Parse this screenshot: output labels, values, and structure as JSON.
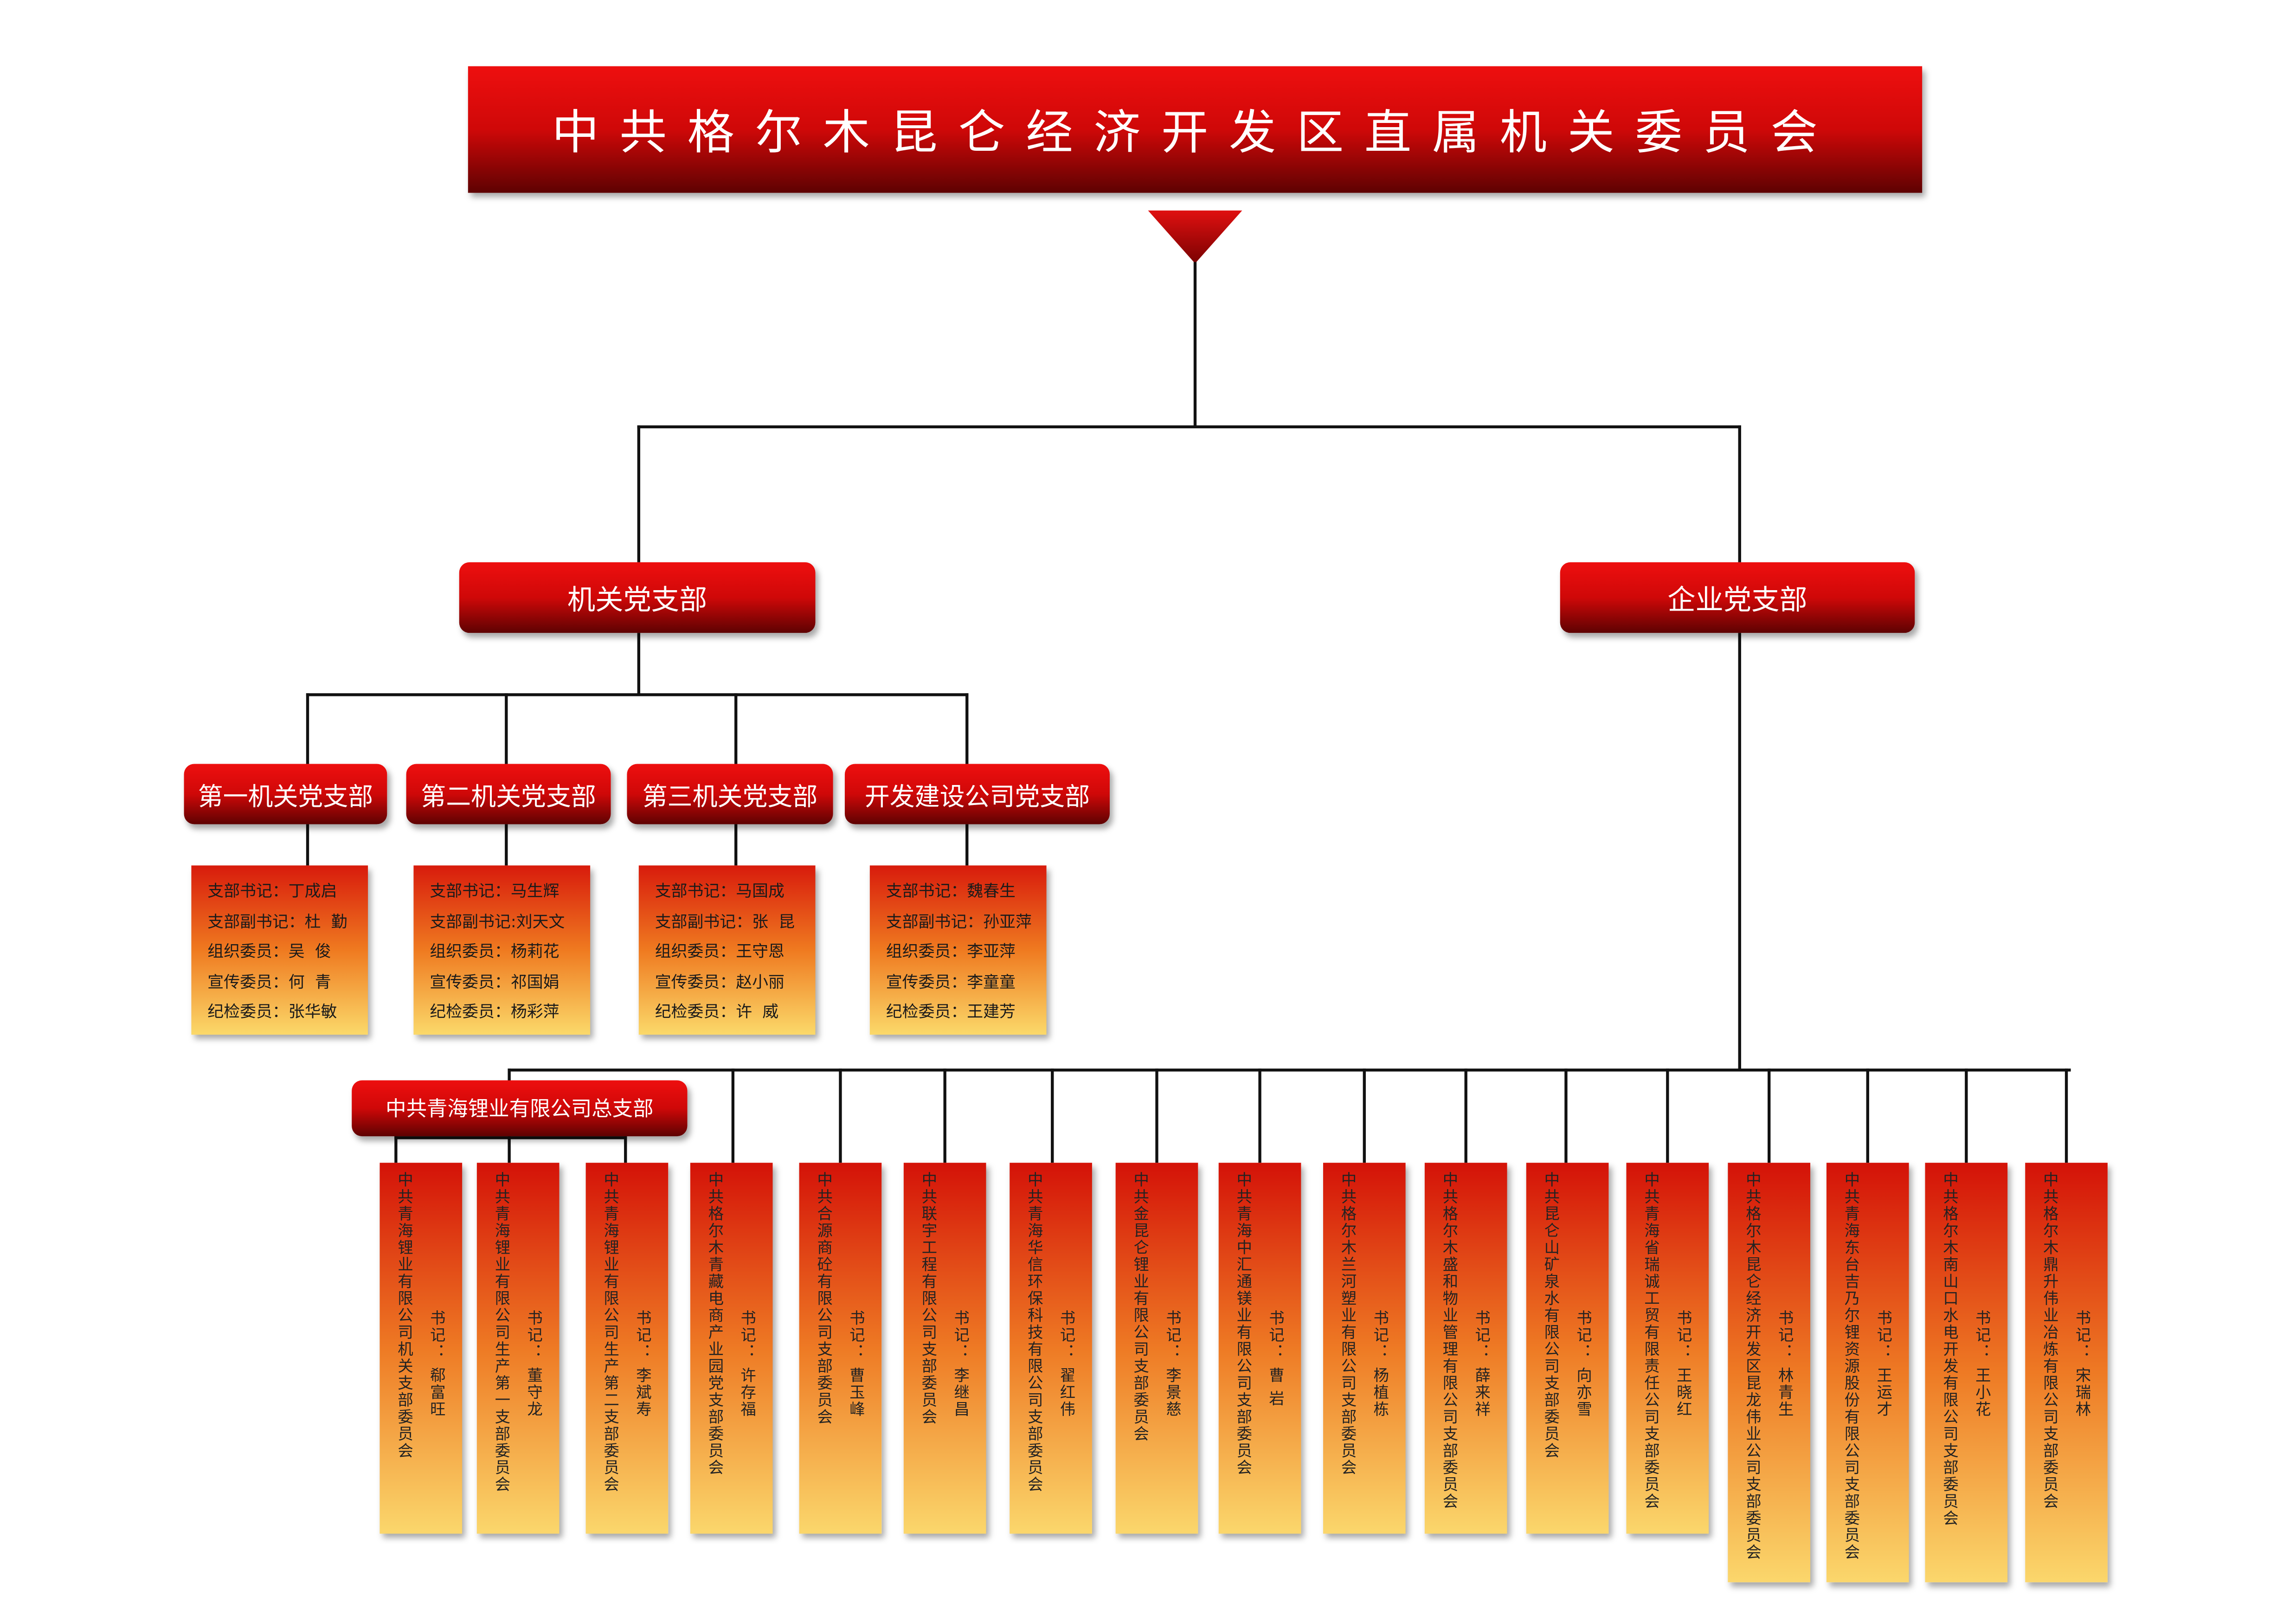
{
  "title": "中共格尔木昆仑经济开发区直属机关委员会",
  "level1": [
    "机关党支部",
    "企业党支部"
  ],
  "level2": [
    "第一机关党支部",
    "第二机关党支部",
    "第三机关党支部",
    "开发建设公司党支部"
  ],
  "cards": [
    [
      "支部书记：丁成启",
      "支部副书记：杜  勤",
      "组织委员：吴  俊",
      "宣传委员：何  青",
      "纪检委员：张华敏"
    ],
    [
      "支部书记：马生辉",
      "支部副书记:刘天文",
      "组织委员：杨莉花",
      "宣传委员：祁国娟",
      "纪检委员：杨彩萍"
    ],
    [
      "支部书记：马国成",
      "支部副书记：张  昆",
      "组织委员：王守恩",
      "宣传委员：赵小丽",
      "纪检委员：许  威"
    ],
    [
      "支部书记：魏春生",
      "支部副书记：孙亚萍",
      "组织委员：李亚萍",
      "宣传委员：李童童",
      "纪检委员：王建芳"
    ]
  ],
  "lithium_label": "中共青海锂业有限公司总支部",
  "branches": [
    {
      "name": "中共青海锂业有限公司机关支部委员会",
      "sec": "书记：  郗富旺"
    },
    {
      "name": "中共青海锂业有限公司生产第一支部委员会",
      "sec": "书记：  董守龙"
    },
    {
      "name": "中共青海锂业有限公司生产第二支部委员会",
      "sec": "书记：  李斌寿"
    },
    {
      "name": "中共格尔木青藏电商产业园党支部委员会",
      "sec": "书记：  许存福"
    },
    {
      "name": "中共合源商砼有限公司支部委员会",
      "sec": "书记：  曹玉峰"
    },
    {
      "name": "中共联宇工程有限公司支部委员会",
      "sec": "书记：  李继昌"
    },
    {
      "name": "中共青海华信环保科技有限公司支部委员会",
      "sec": "书记：  翟红伟"
    },
    {
      "name": "中共金昆仑锂业有限公司支部委员会",
      "sec": "书记：  李景慈"
    },
    {
      "name": "中共青海中汇通镁业有限公司支部委员会",
      "sec": "书记：  曹  岩"
    },
    {
      "name": "中共格尔木兰河塑业有限公司支部委员会",
      "sec": "书记：  杨植栋"
    },
    {
      "name": "中共格尔木盛和物业管理有限公司支部委员会",
      "sec": "书记：  薛来祥"
    },
    {
      "name": "中共昆仑山矿泉水有限公司支部委员会",
      "sec": "书记：  向亦雪"
    },
    {
      "name": "中共青海省瑞诚工贸有限责任公司支部委员会",
      "sec": "书记：  王晓红"
    },
    {
      "name": "中共格尔木昆仑经济开发区昆龙伟业公司支部委员会",
      "sec": "书记：  林青生"
    },
    {
      "name": "中共青海东台吉乃尔锂资源股份有限公司支部委员会",
      "sec": "书记：  王运才"
    },
    {
      "name": "中共格尔木南山口水电开发有限公司支部委员会",
      "sec": "书记：  王小花"
    },
    {
      "name": "中共格尔木鼎升伟业冶炼有限公司支部委员会",
      "sec": "书记：  宋瑞林"
    }
  ]
}
